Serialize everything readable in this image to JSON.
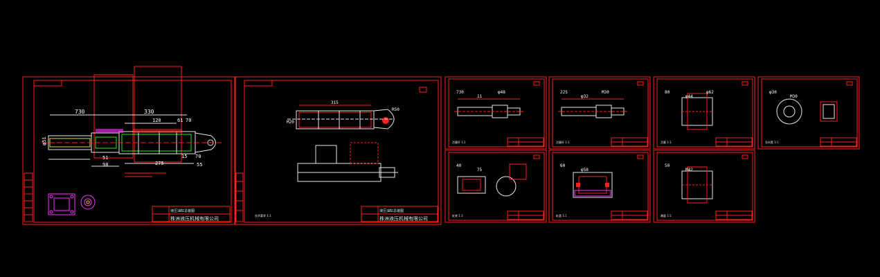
{
  "sheet1": {
    "dims_top": [
      "730",
      "330",
      "120",
      "61",
      "70"
    ],
    "dims_bottom": [
      "51",
      "98",
      "275",
      "15",
      "70",
      "55"
    ],
    "dim_left": "φ51",
    "title_block": {
      "drawing_name": "液压油缸总装图",
      "company": "株洲液压机械有限公司"
    }
  },
  "sheet2": {
    "dims": [
      "315",
      "R50",
      "M20"
    ],
    "note": "技术要求 1:1",
    "title_block": {
      "drawing_name": "液压油缸总装图",
      "company": "株洲液压机械有限公司"
    }
  },
  "small_sheets": [
    {
      "id": "s3",
      "dims": [
        "730",
        "11",
        "φ48"
      ],
      "note": "活塞杆 1:1"
    },
    {
      "id": "s4",
      "dims": [
        "225",
        "φ32",
        "M30"
      ],
      "note": "活塞杆 1:1"
    },
    {
      "id": "s5",
      "dims": [
        "80",
        "φ44",
        "φ62"
      ],
      "note": "活塞 1:1"
    },
    {
      "id": "s6",
      "dims": [
        "φ30",
        "M30"
      ],
      "note": "导向套 1:1"
    },
    {
      "id": "s7",
      "dims": [
        "40",
        "75"
      ],
      "note": "缸底 1:1"
    },
    {
      "id": "s8",
      "dims": [
        "60",
        "φ58"
      ],
      "note": "缸盖 1:1"
    },
    {
      "id": "s9",
      "dims": [
        "50",
        "M42"
      ],
      "note": "端盖 1:1"
    }
  ],
  "colors": {
    "frame": "#ff2020",
    "line": "#e8e8e8",
    "accent": "#22ee22",
    "magenta": "#ff33ff"
  }
}
